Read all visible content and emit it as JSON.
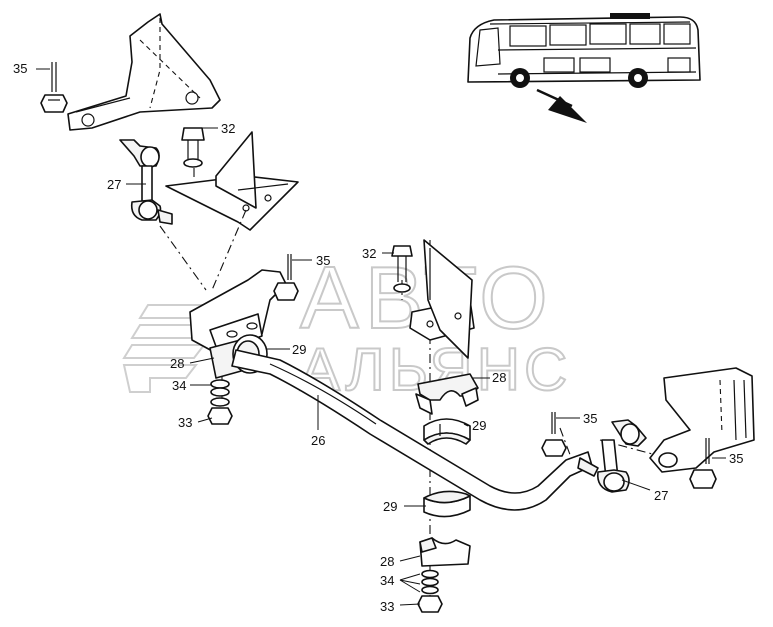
{
  "watermark": {
    "line1": "АВТО",
    "line2": "АЛЬЯНС"
  },
  "callouts": [
    {
      "id": "c35a",
      "label": "35"
    },
    {
      "id": "c32a",
      "label": "32"
    },
    {
      "id": "c27a",
      "label": "27"
    },
    {
      "id": "c35b",
      "label": "35"
    },
    {
      "id": "c32b",
      "label": "32"
    },
    {
      "id": "c29a",
      "label": "29"
    },
    {
      "id": "c28a",
      "label": "28"
    },
    {
      "id": "c34a",
      "label": "34"
    },
    {
      "id": "c33a",
      "label": "33"
    },
    {
      "id": "c26",
      "label": "26"
    },
    {
      "id": "c28b",
      "label": "28"
    },
    {
      "id": "c29b",
      "label": "29"
    },
    {
      "id": "c35c",
      "label": "35"
    },
    {
      "id": "c35d",
      "label": "35"
    },
    {
      "id": "c27b",
      "label": "27"
    },
    {
      "id": "c29c",
      "label": "29"
    },
    {
      "id": "c28c",
      "label": "28"
    },
    {
      "id": "c34b",
      "label": "34"
    },
    {
      "id": "c33b",
      "label": "33"
    }
  ]
}
